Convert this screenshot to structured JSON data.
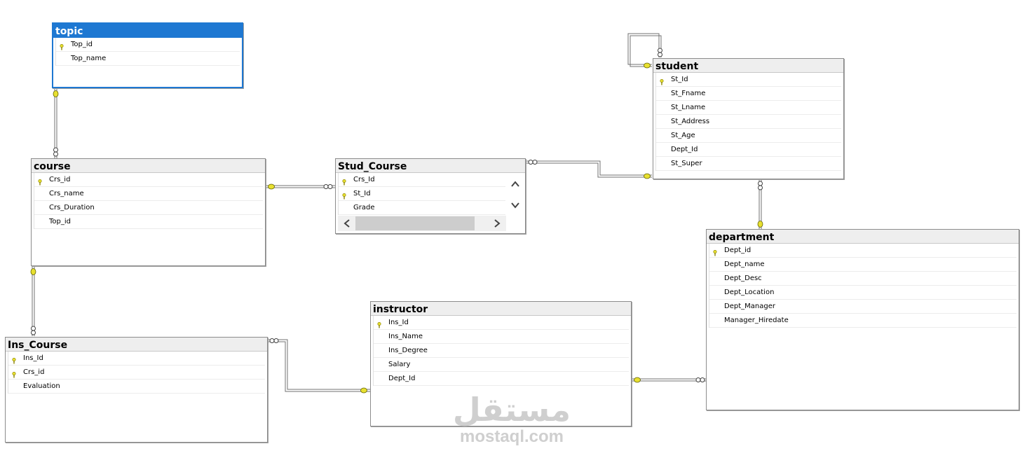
{
  "tables": {
    "topic": {
      "title": "topic",
      "columns": [
        {
          "name": "Top_id",
          "pk": true
        },
        {
          "name": "Top_name",
          "pk": false
        }
      ]
    },
    "course": {
      "title": "course",
      "columns": [
        {
          "name": "Crs_id",
          "pk": true
        },
        {
          "name": "Crs_name",
          "pk": false
        },
        {
          "name": "Crs_Duration",
          "pk": false
        },
        {
          "name": "Top_id",
          "pk": false
        }
      ]
    },
    "stud_course": {
      "title": "Stud_Course",
      "columns": [
        {
          "name": "Crs_Id",
          "pk": true
        },
        {
          "name": "St_Id",
          "pk": true
        },
        {
          "name": "Grade",
          "pk": false
        }
      ]
    },
    "student": {
      "title": "student",
      "columns": [
        {
          "name": "St_Id",
          "pk": true
        },
        {
          "name": "St_Fname",
          "pk": false
        },
        {
          "name": "St_Lname",
          "pk": false
        },
        {
          "name": "St_Address",
          "pk": false
        },
        {
          "name": "St_Age",
          "pk": false
        },
        {
          "name": "Dept_Id",
          "pk": false
        },
        {
          "name": "St_Super",
          "pk": false
        }
      ]
    },
    "department": {
      "title": "department",
      "columns": [
        {
          "name": "Dept_id",
          "pk": true
        },
        {
          "name": "Dept_name",
          "pk": false
        },
        {
          "name": "Dept_Desc",
          "pk": false
        },
        {
          "name": "Dept_Location",
          "pk": false
        },
        {
          "name": "Dept_Manager",
          "pk": false
        },
        {
          "name": "Manager_Hiredate",
          "pk": false
        }
      ]
    },
    "instructor": {
      "title": "instructor",
      "columns": [
        {
          "name": "Ins_Id",
          "pk": true
        },
        {
          "name": "Ins_Name",
          "pk": false
        },
        {
          "name": "Ins_Degree",
          "pk": false
        },
        {
          "name": "Salary",
          "pk": false
        },
        {
          "name": "Dept_Id",
          "pk": false
        }
      ]
    },
    "ins_course": {
      "title": "Ins_Course",
      "columns": [
        {
          "name": "Ins_Id",
          "pk": true
        },
        {
          "name": "Crs_id",
          "pk": true
        },
        {
          "name": "Evaluation",
          "pk": false
        }
      ]
    }
  },
  "selected_table": "topic",
  "watermark": {
    "arabic": "مستقل",
    "latin": "mostaql.com"
  },
  "colors": {
    "selection": "#1e78d2",
    "key": "#e8e030",
    "line": "#707070"
  }
}
